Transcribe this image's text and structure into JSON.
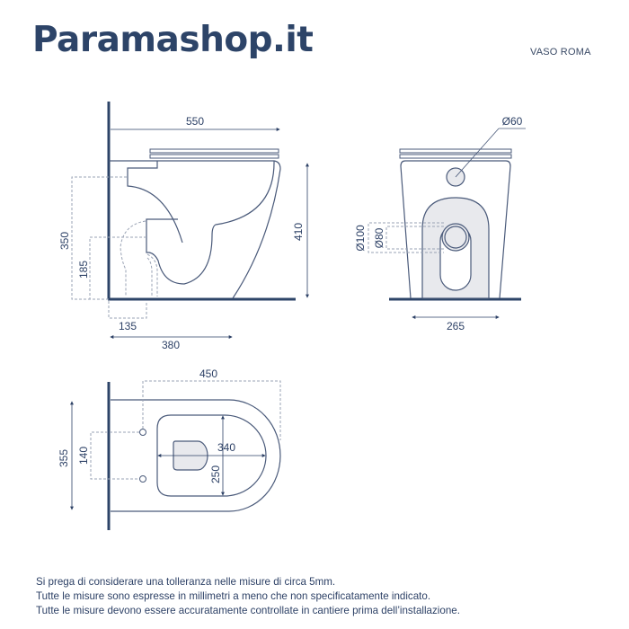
{
  "header": {
    "brand": "Paramashop.it",
    "model": "VASO ROMA"
  },
  "colors": {
    "ink": "#2d4468",
    "line": "#4a5a7a",
    "dim": "#9aa3b5",
    "fill": "#e8e9ed"
  },
  "side_view": {
    "dims": {
      "total_length": "550",
      "height": "410",
      "outlet_height_top": "350",
      "outlet_height_center": "185",
      "floor_outlet_offset": "135",
      "base_depth": "380"
    }
  },
  "front_view": {
    "dims": {
      "inlet_diameter": "Ø60",
      "outlet_outer": "Ø100",
      "outlet_inner": "Ø80",
      "base_width": "265"
    }
  },
  "top_view": {
    "dims": {
      "length": "450",
      "width": "355",
      "fixing_spacing": "140",
      "bowl_length": "340",
      "bowl_width": "250"
    }
  },
  "notes": [
    "Si prega di considerare una tolleranza nelle misure di circa 5mm.",
    "Tutte le misure sono espresse in millimetri a meno che non specificatamente indicato.",
    "Tutte le misure devono essere accuratamente controllate in cantiere prima dell’installazione."
  ]
}
